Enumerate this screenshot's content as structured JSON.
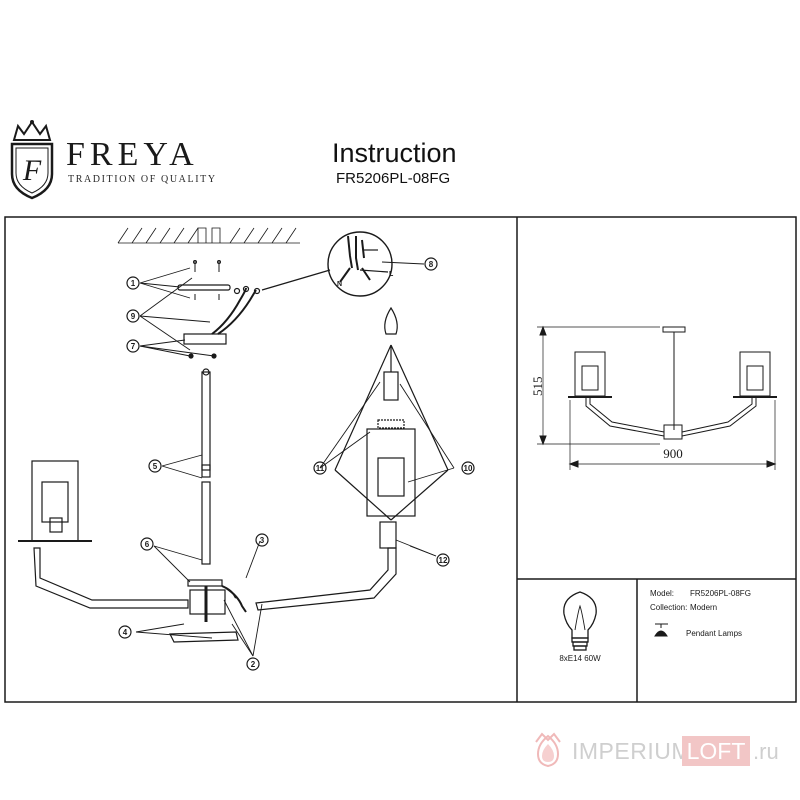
{
  "header": {
    "brand_name": "FREYA",
    "brand_tagline": "TRADITION OF QUALITY",
    "title": "Instruction",
    "model_code": "FR5206PL-08FG"
  },
  "dimensions": {
    "height": "515",
    "width": "900"
  },
  "callouts": [
    "1",
    "2",
    "3",
    "4",
    "5",
    "6",
    "7",
    "8",
    "9",
    "10",
    "11",
    "12"
  ],
  "wire_labels": {
    "neutral": "N",
    "live": "L"
  },
  "specs": {
    "model_label": "Model:",
    "model_value": "FR5206PL-08FG",
    "collection_label": "Collection:",
    "collection_value": "Modern",
    "type_value": "Pendant Lamps",
    "bulb_spec": "8xE14 60W"
  },
  "watermark": {
    "imperium": "IMPERIUM",
    "loft": "LOFT",
    "domain": ".ru"
  }
}
